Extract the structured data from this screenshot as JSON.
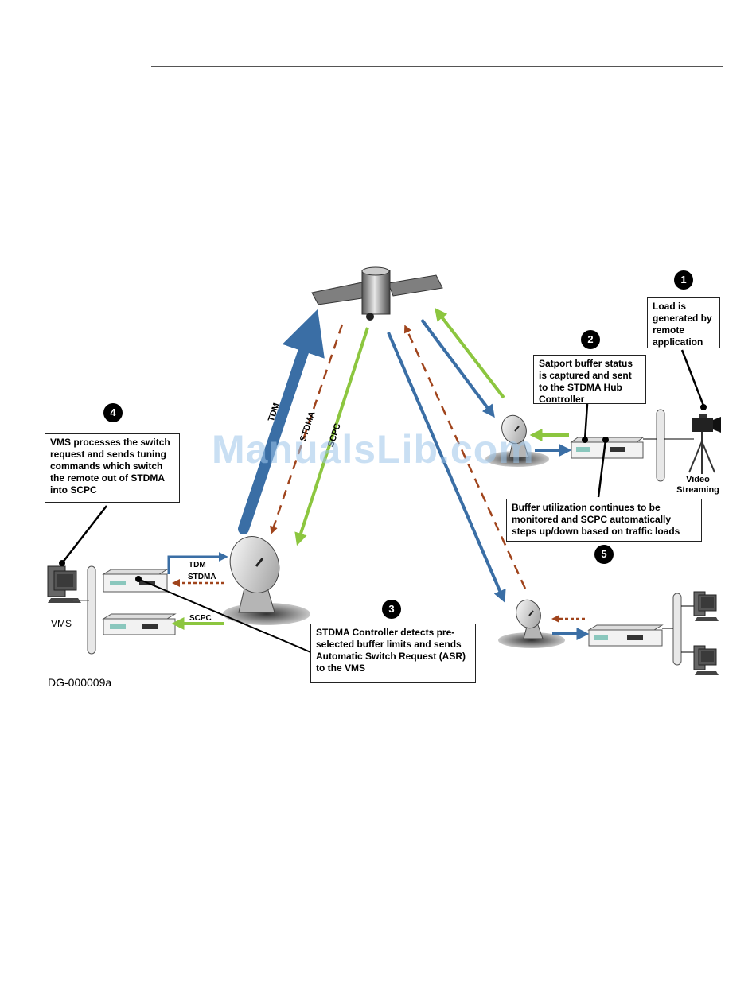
{
  "watermark": "ManualsLib.com",
  "figure_id": "DG-000009a",
  "steps": [
    {
      "number": "1",
      "text": "Load is\ngenerated by\nremote\napplication"
    },
    {
      "number": "2",
      "text": "Satport buffer status\nis captured and sent\nto the STDMA Hub\nController"
    },
    {
      "number": "3",
      "text": "STDMA Controller detects pre-\nselected buffer limits and sends\nAutomatic Switch Request (ASR)\nto the VMS"
    },
    {
      "number": "4",
      "text": "VMS processes the switch\nrequest and sends tuning\ncommands which switch\nthe remote out of STDMA\ninto SCPC"
    },
    {
      "number": "5",
      "text": "Buffer utilization continues to be\nmonitored and SCPC automatically\nsteps up/down based on traffic loads"
    }
  ],
  "link_labels": {
    "tdm_uplink": "TDM",
    "stdma_downlink": "STDMA",
    "scpc_downlink": "SCPC",
    "hub_tdm": "TDM",
    "hub_stdma": "STDMA",
    "hub_scpc": "SCPC"
  },
  "device_labels": {
    "vms": "VMS",
    "video": "Video\nStreaming"
  },
  "colors": {
    "tdm_blue": "#3a6ea5",
    "scpc_green": "#8cc63f",
    "stdma_brown": "#a0441c"
  }
}
